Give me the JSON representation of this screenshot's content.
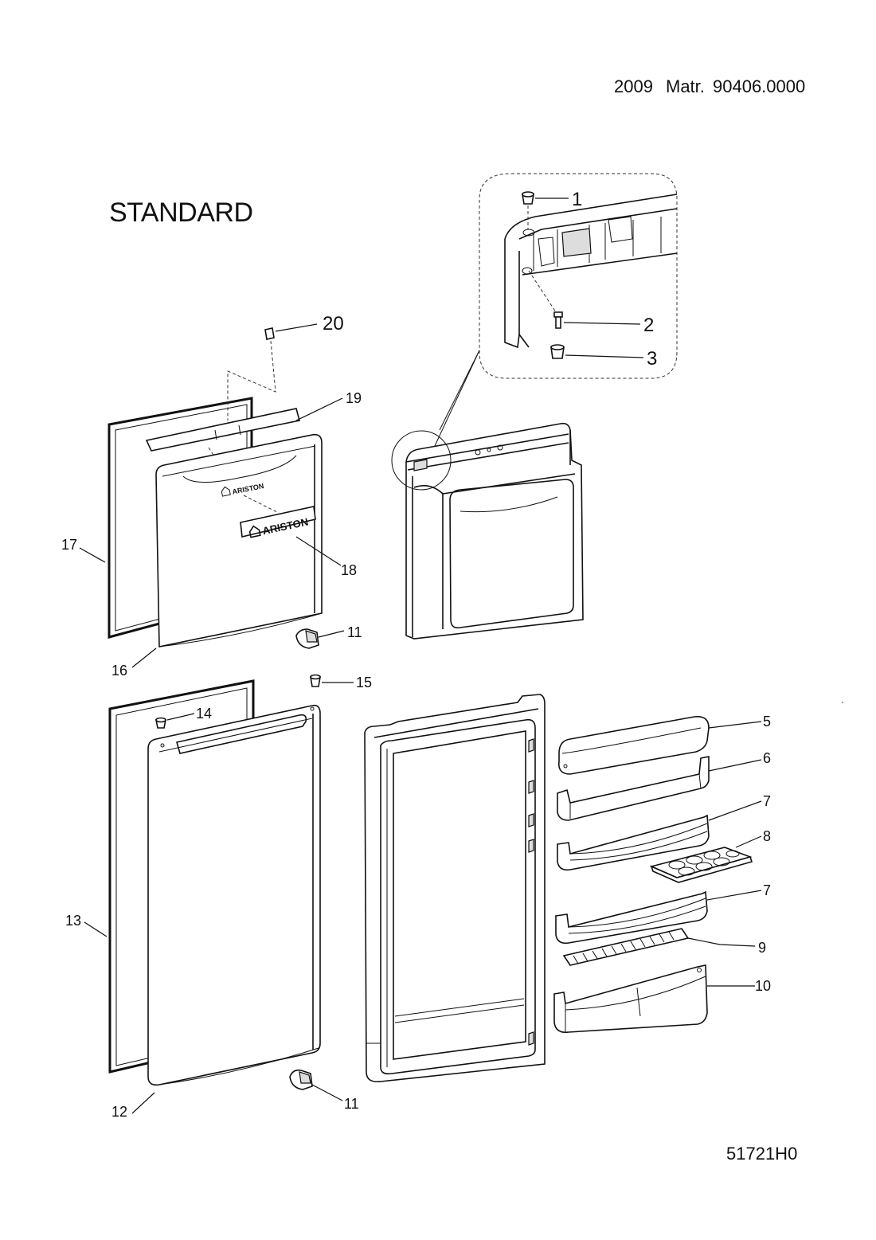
{
  "header": {
    "year": "2009",
    "matr_label": "Matr.",
    "matr_number": "90406.0000"
  },
  "title": "STANDARD",
  "drawing_code": "51721H0",
  "brand": {
    "logo_small": "ARISTON",
    "logo_large": "ARISTON"
  },
  "callouts": {
    "c1": "1",
    "c2": "2",
    "c3": "3",
    "c5": "5",
    "c6": "6",
    "c7a": "7",
    "c8": "8",
    "c7b": "7",
    "c9": "9",
    "c10": "10",
    "c11a": "11",
    "c11b": "11",
    "c12": "12",
    "c13": "13",
    "c14": "14",
    "c15": "15",
    "c16": "16",
    "c17": "17",
    "c18": "18",
    "c19": "19",
    "c20": "20"
  }
}
